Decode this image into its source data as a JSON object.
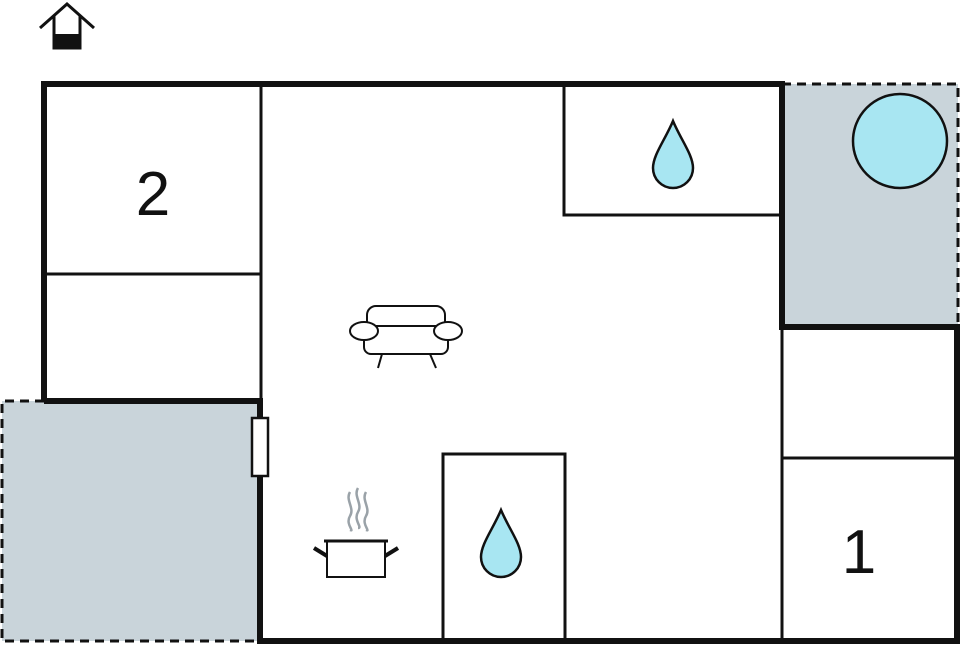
{
  "floorplan": {
    "rooms": [
      {
        "id": "bedroom-2",
        "label": "2"
      },
      {
        "id": "bedroom-1",
        "label": "1"
      }
    ],
    "icons": [
      "house-icon",
      "sofa-icon",
      "water-drop-icon",
      "water-drop-icon",
      "cooking-pot-icon",
      "hot-tub-icon"
    ],
    "colors": {
      "wall": "#111111",
      "terrace": "#c9d4da",
      "water": "#a8e6f2",
      "steam": "#9aa2a8",
      "background": "#ffffff"
    }
  }
}
